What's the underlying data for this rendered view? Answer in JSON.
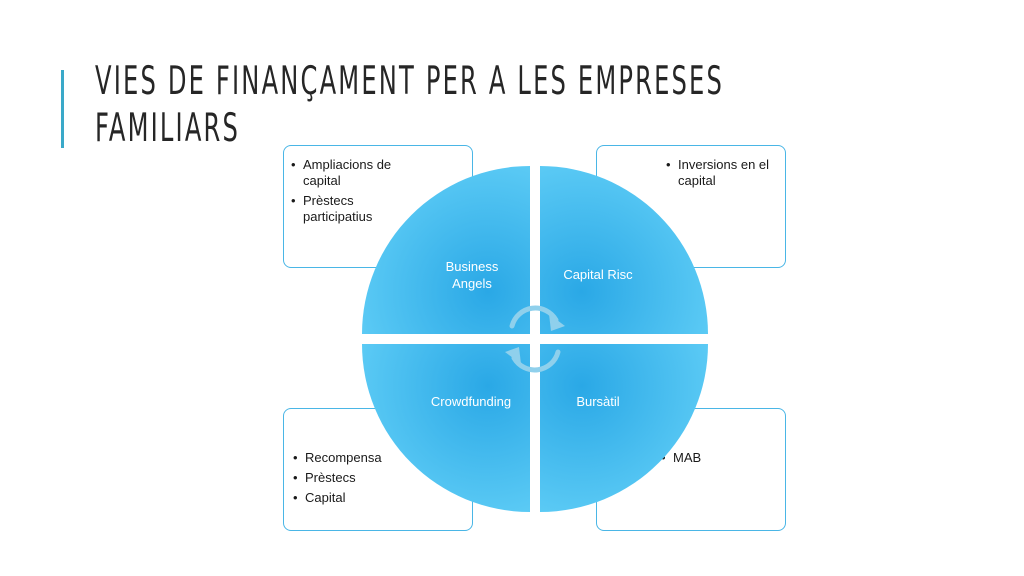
{
  "title": {
    "line1": "VIES DE FINANÇAMENT PER A LES EMPRESES",
    "line2": "FAMILIARS"
  },
  "colors": {
    "accent": "#3aa9c9",
    "quadrant_light": "#5fcdf6",
    "quadrant_dark": "#2aa8e6",
    "box_border": "#4ab6e6",
    "arrows": "#8fd0ec"
  },
  "quadrants": {
    "top_left": {
      "label": "Business Angels",
      "items": [
        "Ampliacions de capital",
        "Prèstecs participatius"
      ]
    },
    "top_right": {
      "label": "Capital Risc",
      "items": [
        "Inversions en el capital"
      ]
    },
    "bottom_left": {
      "label": "Crowdfunding",
      "items": [
        "Recompensa",
        "Prèstecs",
        "Capital"
      ]
    },
    "bottom_right": {
      "label": "Bursàtil",
      "items": [
        "MAB"
      ]
    }
  },
  "center_icon": "cycle-arrows-icon"
}
